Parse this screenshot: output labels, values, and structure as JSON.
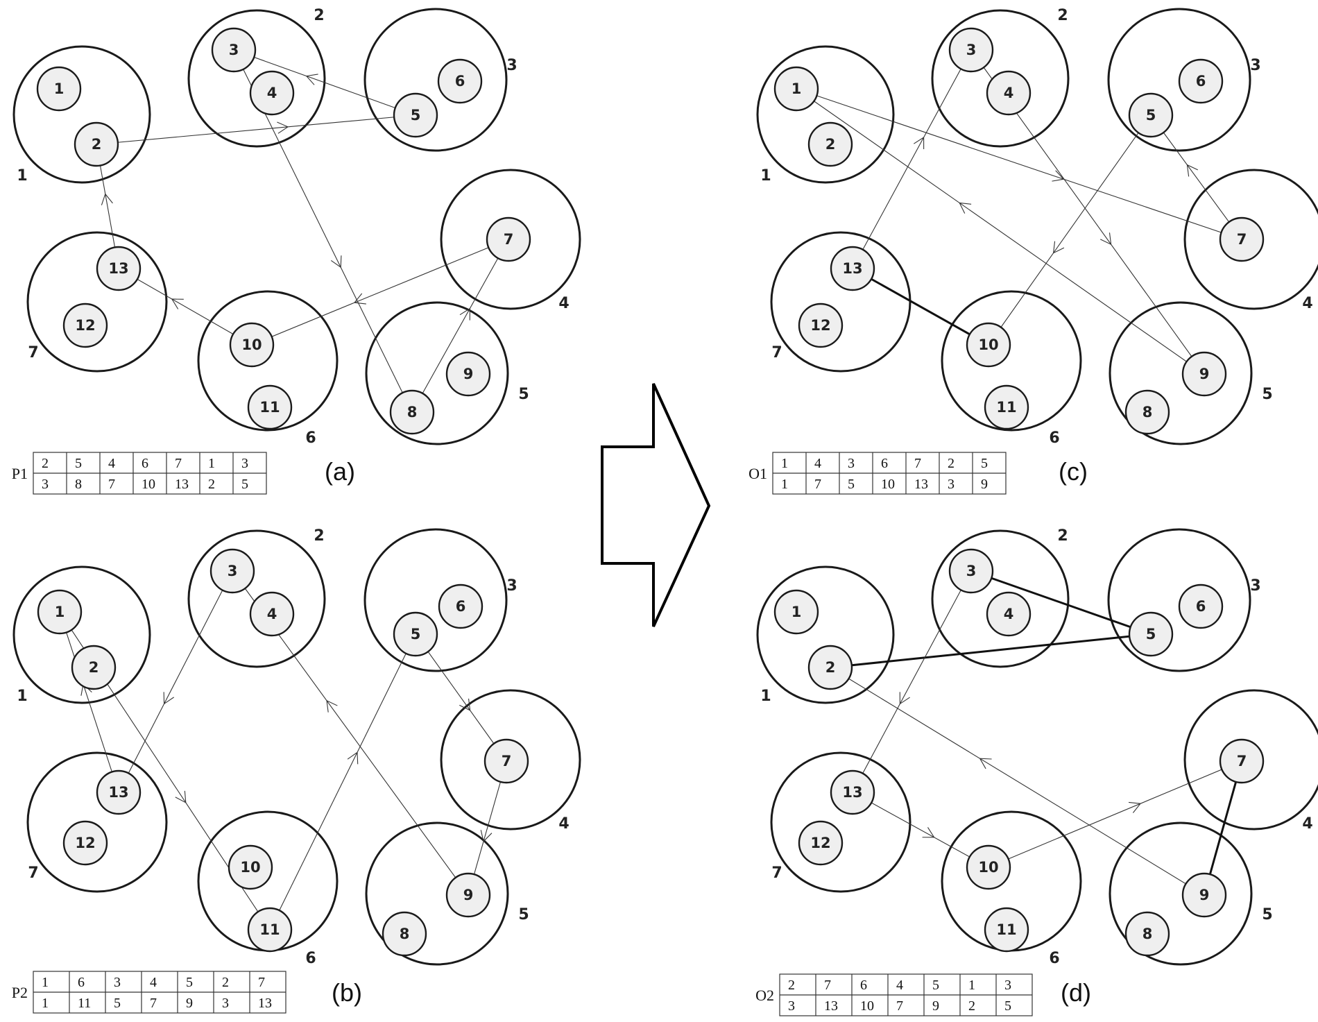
{
  "panels": [
    {
      "id": "a",
      "tag": "(a)",
      "table_name": "P1",
      "table": [
        [
          "2",
          "5",
          "4",
          "6",
          "7",
          "1",
          "3"
        ],
        [
          "3",
          "8",
          "7",
          "10",
          "13",
          "2",
          "5"
        ]
      ],
      "cluster_labels": [
        "1",
        "2",
        "3",
        "4",
        "5",
        "6",
        "7"
      ],
      "node_labels": [
        "1",
        "2",
        "3",
        "4",
        "5",
        "6",
        "7",
        "8",
        "9",
        "10",
        "11",
        "12",
        "13"
      ],
      "tour": [
        "2",
        "5",
        "3",
        "8",
        "7",
        "10",
        "13",
        "2"
      ],
      "bold_edges": []
    },
    {
      "id": "b",
      "tag": "(b)",
      "table_name": "P2",
      "table": [
        [
          "1",
          "6",
          "3",
          "4",
          "5",
          "2",
          "7"
        ],
        [
          "1",
          "11",
          "5",
          "7",
          "9",
          "3",
          "13"
        ]
      ],
      "cluster_labels": [
        "1",
        "2",
        "3",
        "4",
        "5",
        "6",
        "7"
      ],
      "node_labels": [
        "1",
        "2",
        "3",
        "4",
        "5",
        "6",
        "7",
        "8",
        "9",
        "10",
        "11",
        "12",
        "13"
      ],
      "tour": [
        "1",
        "11",
        "5",
        "7",
        "9",
        "3",
        "13",
        "1"
      ],
      "bold_edges": []
    },
    {
      "id": "c",
      "tag": "(c)",
      "table_name": "O1",
      "table": [
        [
          "1",
          "4",
          "3",
          "6",
          "7",
          "2",
          "5"
        ],
        [
          "1",
          "7",
          "5",
          "10",
          "13",
          "3",
          "9"
        ]
      ],
      "cluster_labels": [
        "1",
        "2",
        "3",
        "4",
        "5",
        "6",
        "7"
      ],
      "node_labels": [
        "1",
        "2",
        "3",
        "4",
        "5",
        "6",
        "7",
        "8",
        "9",
        "10",
        "11",
        "12",
        "13"
      ],
      "tour": [
        "1",
        "7",
        "5",
        "10",
        "13",
        "3",
        "9",
        "1"
      ],
      "bold_edges": [
        [
          "10",
          "13"
        ]
      ]
    },
    {
      "id": "d",
      "tag": "(d)",
      "table_name": "O2",
      "table": [
        [
          "2",
          "7",
          "6",
          "4",
          "5",
          "1",
          "3"
        ],
        [
          "3",
          "13",
          "10",
          "7",
          "9",
          "2",
          "5"
        ]
      ],
      "cluster_labels": [
        "1",
        "2",
        "3",
        "4",
        "5",
        "6",
        "7"
      ],
      "node_labels": [
        "1",
        "2",
        "3",
        "4",
        "5",
        "6",
        "7",
        "8",
        "9",
        "10",
        "11",
        "12",
        "13"
      ],
      "tour": [
        "2",
        "5",
        "3",
        "13",
        "10",
        "7",
        "9",
        "2"
      ],
      "bold_edges": [
        [
          "3",
          "5"
        ],
        [
          "5",
          "2"
        ],
        [
          "7",
          "9"
        ]
      ]
    }
  ]
}
